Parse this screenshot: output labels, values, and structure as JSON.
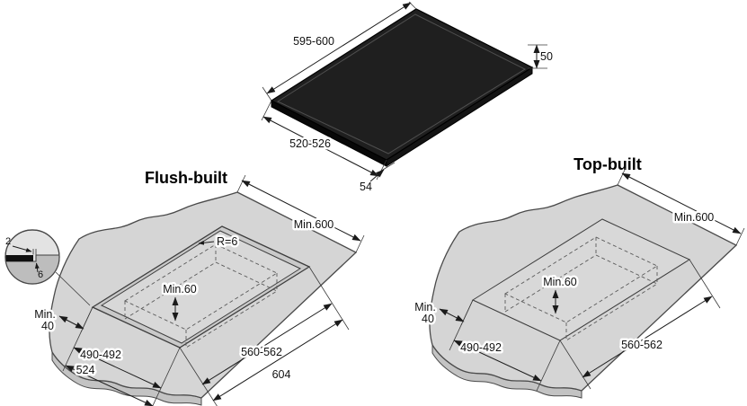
{
  "cooktop": {
    "width": "595-600",
    "depth": "520-526",
    "height_right": "50",
    "height_front": "54",
    "panel_color": "#1f1f1f"
  },
  "flush": {
    "title": "Flush-built",
    "min_counter": "Min.600",
    "radius": "R=6",
    "min_clearance": "Min.60",
    "min_front_1": "Min.",
    "min_front_2": "40",
    "cutout_depth": "490-492",
    "recess_depth": "524",
    "cutout_width": "560-562",
    "recess_width": "604",
    "detail_gap": "2",
    "detail_depth": "6"
  },
  "top": {
    "title": "Top-built",
    "min_counter": "Min.600",
    "min_clearance": "Min.60",
    "min_front_1": "Min.",
    "min_front_2": "40",
    "cutout_depth": "490-492",
    "cutout_width": "560-562"
  },
  "colors": {
    "counter": "#d5d5d5",
    "panel": "#1f1f1f",
    "line": "#1d1d1d"
  }
}
